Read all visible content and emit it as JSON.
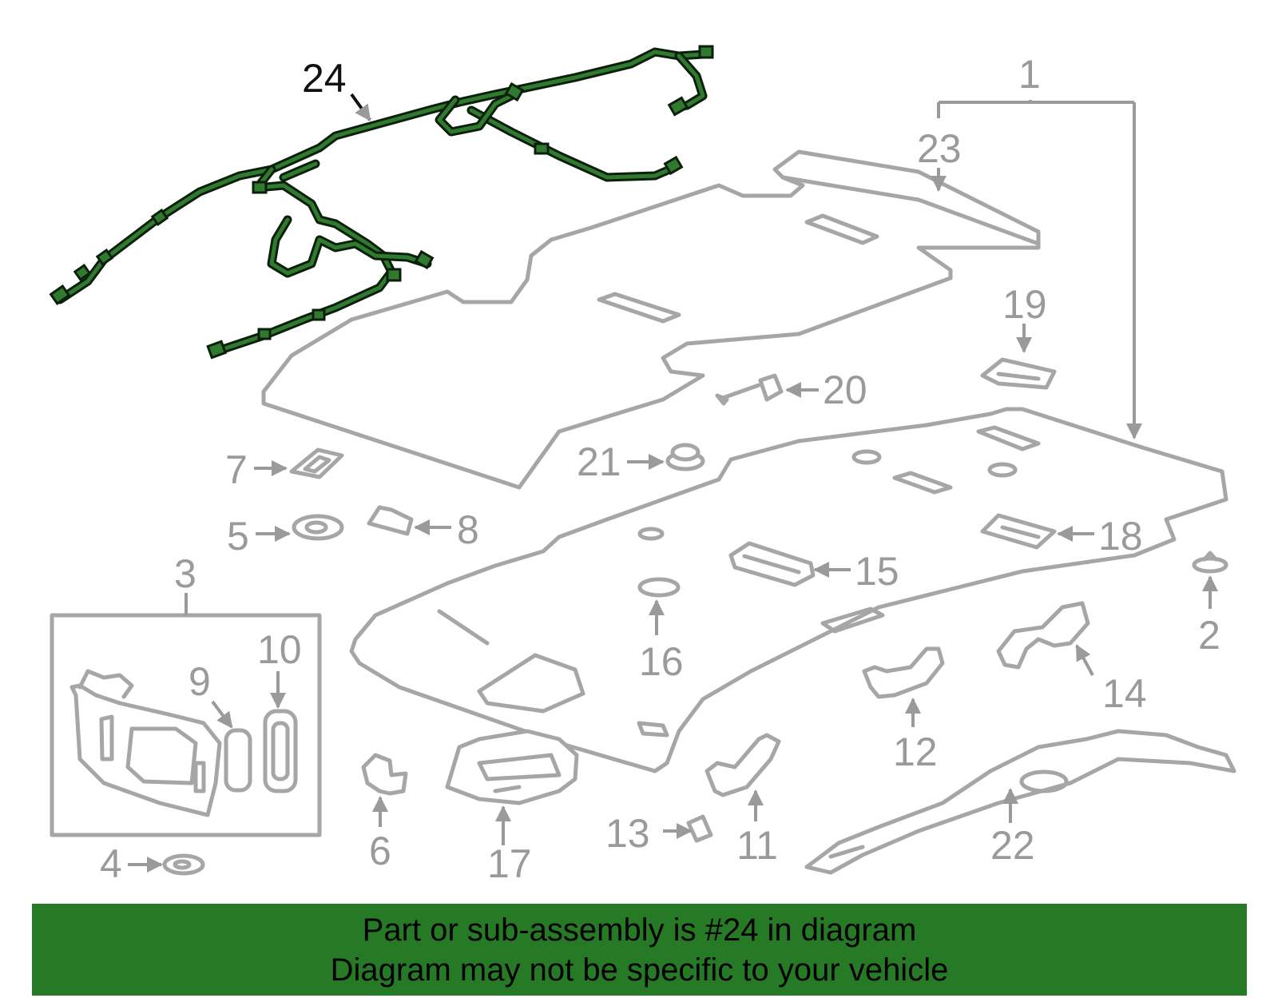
{
  "diagram": {
    "highlighted_part": "24",
    "highlight_color": "#2f7a2f",
    "callouts": {
      "p1": "1",
      "p2": "2",
      "p3": "3",
      "p4": "4",
      "p5": "5",
      "p6": "6",
      "p7": "7",
      "p8": "8",
      "p9": "9",
      "p10": "10",
      "p11": "11",
      "p12": "12",
      "p13": "13",
      "p14": "14",
      "p15": "15",
      "p16": "16",
      "p17": "17",
      "p18": "18",
      "p19": "19",
      "p20": "20",
      "p21": "21",
      "p22": "22",
      "p23": "23",
      "p24": "24"
    }
  },
  "banner": {
    "color": "#267a26",
    "line1": "Part or sub-assembly is #24 in diagram",
    "line2": "Diagram may not be specific to your vehicle"
  }
}
